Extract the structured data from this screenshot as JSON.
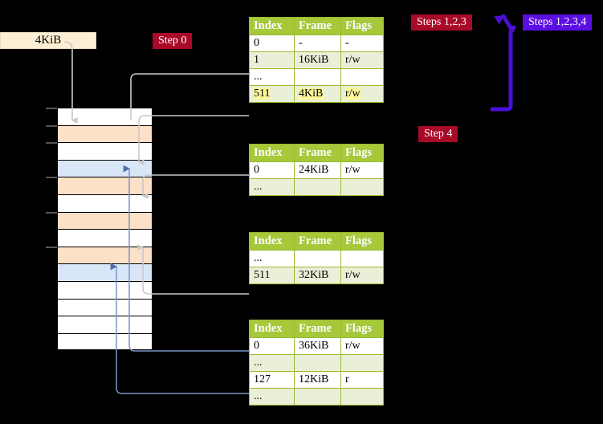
{
  "page": {
    "title": "Multi-level page table walk diagram",
    "background": "#000000"
  },
  "colors": {
    "table_header_bg": "#A6C93A",
    "table_alt_row_bg": "#EAF0D8",
    "table_border": "#9CB82F",
    "highlight_yellow": "#FBF79A",
    "badge_red": "#A80A28",
    "badge_blue": "#5B0FE0",
    "memory_peach": "#FDE0C8",
    "memory_blue": "#D9E6F8",
    "banner_bg": "#FCEFD3",
    "wire_grey": "#B8B8B8",
    "wire_blue": "#7A95C4",
    "arrow_blue": "#4A6FA5"
  },
  "banner": {
    "label": "4KiB"
  },
  "badges": {
    "step0": "Step 0",
    "steps123": "Steps 1,2,3",
    "steps1234": "Steps 1,2,3,4",
    "step4": "Step 4"
  },
  "memory": {
    "rows": [
      {
        "fill": "white"
      },
      {
        "fill": "peach"
      },
      {
        "fill": "white"
      },
      {
        "fill": "blue"
      },
      {
        "fill": "peach"
      },
      {
        "fill": "white"
      },
      {
        "fill": "peach"
      },
      {
        "fill": "white"
      },
      {
        "fill": "peach"
      },
      {
        "fill": "blue"
      },
      {
        "fill": "white"
      },
      {
        "fill": "white"
      },
      {
        "fill": "white"
      },
      {
        "fill": "white"
      }
    ],
    "tick_rows": [
      0,
      1,
      2,
      4,
      6,
      8
    ]
  },
  "tables": [
    {
      "id": "table-0",
      "headers": [
        "Index",
        "Frame",
        "Flags"
      ],
      "rows": [
        {
          "style": "white",
          "highlight": false,
          "cells": [
            "0",
            "-",
            "-"
          ]
        },
        {
          "style": "alt",
          "highlight": false,
          "cells": [
            "1",
            "16KiB",
            "r/w"
          ]
        },
        {
          "style": "white",
          "highlight": false,
          "cells": [
            "...",
            "",
            ""
          ]
        },
        {
          "style": "alt",
          "highlight": true,
          "cells": [
            "511",
            "4KiB",
            "r/w"
          ]
        }
      ]
    },
    {
      "id": "table-1",
      "headers": [
        "Index",
        "Frame",
        "Flags"
      ],
      "rows": [
        {
          "style": "white",
          "highlight": false,
          "cells": [
            "0",
            "24KiB",
            "r/w"
          ]
        },
        {
          "style": "alt",
          "highlight": false,
          "cells": [
            "...",
            "",
            ""
          ]
        }
      ]
    },
    {
      "id": "table-2",
      "headers": [
        "Index",
        "Frame",
        "Flags"
      ],
      "rows": [
        {
          "style": "white",
          "highlight": false,
          "cells": [
            "...",
            "",
            ""
          ]
        },
        {
          "style": "alt",
          "highlight": false,
          "cells": [
            "511",
            "32KiB",
            "r/w"
          ]
        }
      ]
    },
    {
      "id": "table-3",
      "headers": [
        "Index",
        "Frame",
        "Flags"
      ],
      "rows": [
        {
          "style": "white",
          "highlight": false,
          "cells": [
            "0",
            "36KiB",
            "r/w"
          ]
        },
        {
          "style": "alt",
          "highlight": false,
          "cells": [
            "...",
            "",
            ""
          ]
        },
        {
          "style": "white",
          "highlight": false,
          "cells": [
            "127",
            "12KiB",
            "r"
          ]
        },
        {
          "style": "alt",
          "highlight": false,
          "cells": [
            "...",
            "",
            ""
          ]
        }
      ]
    }
  ]
}
